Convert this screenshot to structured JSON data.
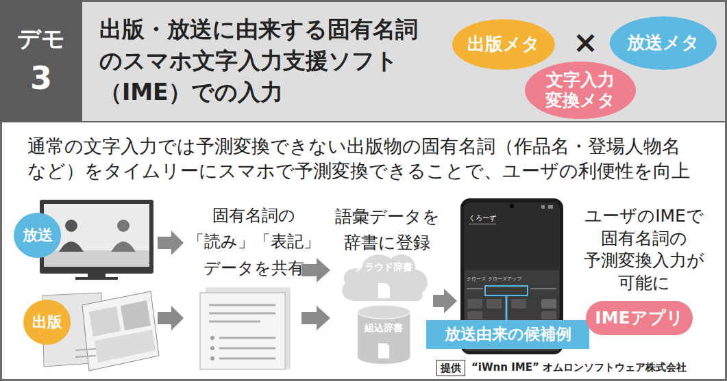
{
  "diagram": {
    "title": "出版・放送に由来する固有名詞 のスマホ文字入力支援ソフト （IME）での入力",
    "nodes": [
      {
        "text": [
          "デモ",
          "3"
        ]
      },
      {
        "text": [
          "出版メタ"
        ]
      },
      {
        "text": [
          "放送メタ"
        ]
      },
      {
        "text": [
          "文字入力 変換メタ"
        ]
      },
      {
        "text": [
          "放送"
        ]
      },
      {
        "text": [
          "出版"
        ]
      },
      {
        "text": [
          "クラウド辞書"
        ]
      },
      {
        "text": [
          "組込辞書"
        ]
      },
      {
        "text": [
          "放送由来の候補例"
        ]
      },
      {
        "text": [
          "IMEアプリ"
        ]
      },
      {
        "text": [
          "提供"
        ]
      }
    ],
    "labels": [
      "×",
      "通常の文字入力では予測変換できない出版物の固有名詞（作品名・登場人物名 など）をタイムリーにスマホで予測変換できることで、ユーザの利便性を向上",
      "固有名詞の 「読み」「表記」 データを共有",
      "語彙データを 辞書に登録",
      "ユーザのIMEで 固有名詞の 予測変換入力が 可能に",
      "“iWnn IME” オムロンソフトウェア株式会社",
      "くろーず",
      "クローズ",
      "クローズアップ"
    ]
  }
}
